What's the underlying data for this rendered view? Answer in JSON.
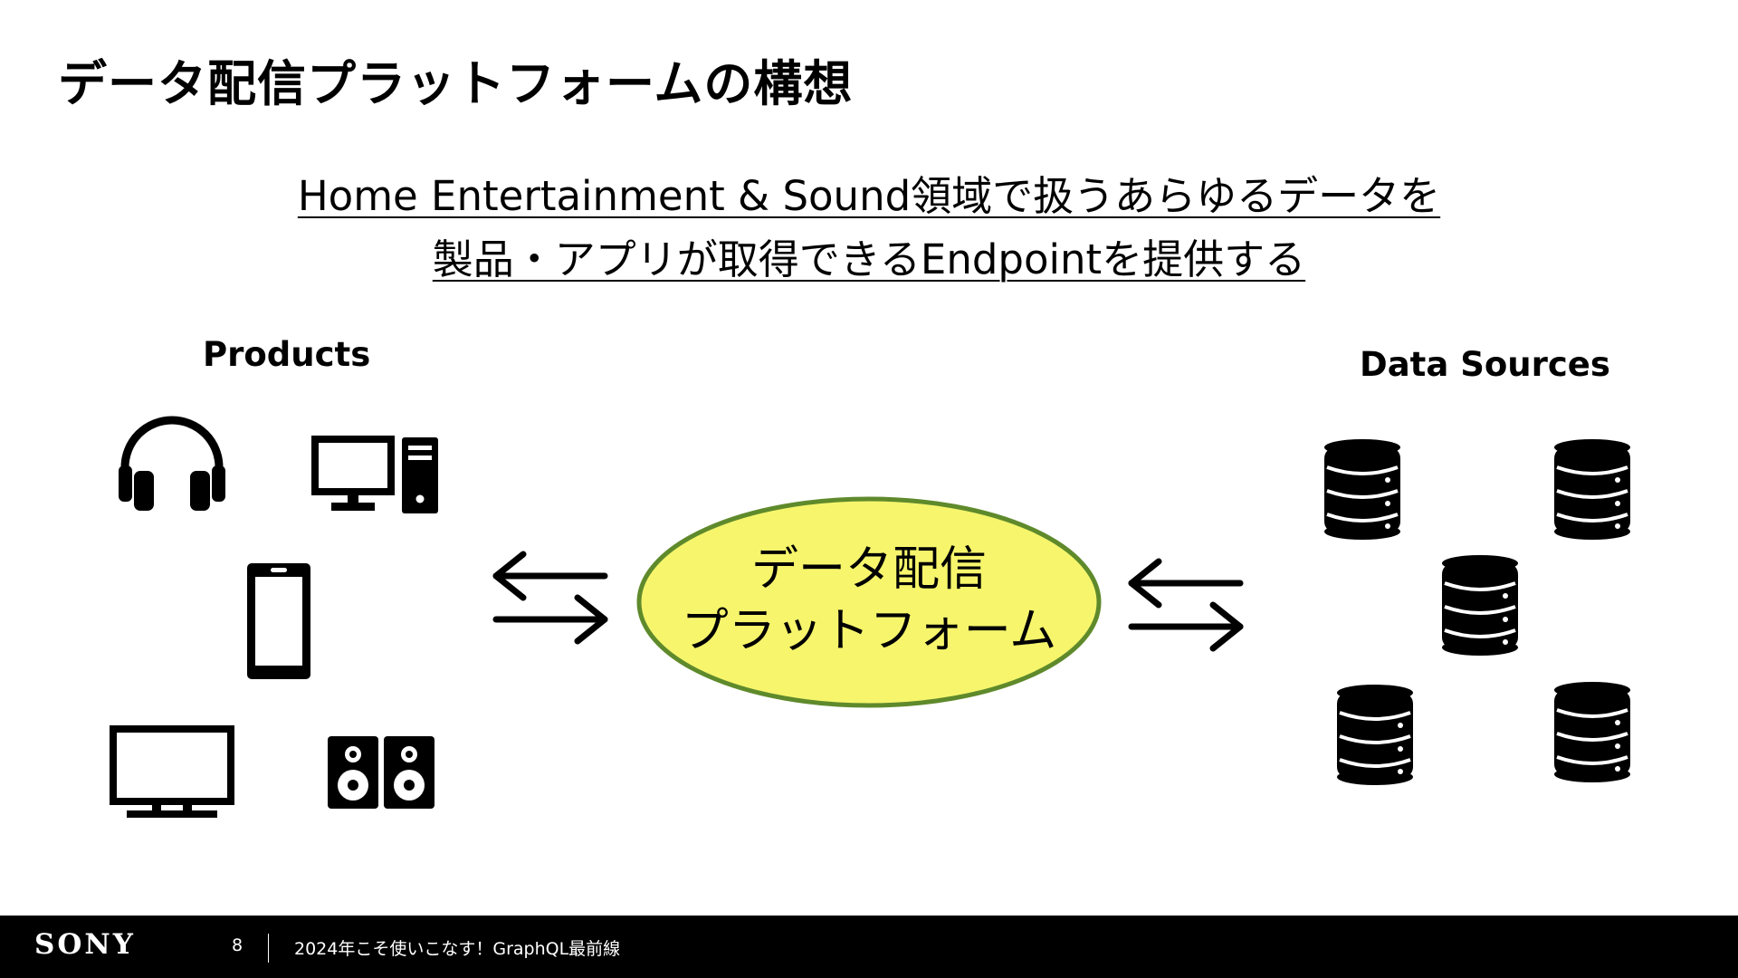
{
  "title": "データ配信プラットフォームの構想",
  "subtitle": {
    "line1": "Home Entertainment & Sound領域で扱うあらゆるデータを",
    "line2": "製品・アプリが取得できるEndpointを提供する"
  },
  "products": {
    "label": "Products",
    "icons": [
      "headphones-icon",
      "desktop-pc-icon",
      "smartphone-icon",
      "television-icon",
      "speakers-icon"
    ]
  },
  "platform": {
    "line1": "データ配信",
    "line2": "プラットフォーム",
    "fill_color": "#f6f56c",
    "border_color": "#5f8a2c"
  },
  "data_sources": {
    "label": "Data Sources",
    "icons": [
      "database-icon",
      "database-icon",
      "database-icon",
      "database-icon",
      "database-icon"
    ]
  },
  "footer": {
    "logo": "SONY",
    "page_number": "8",
    "caption": "2024年こそ使いこなす！GraphQL最前線"
  }
}
